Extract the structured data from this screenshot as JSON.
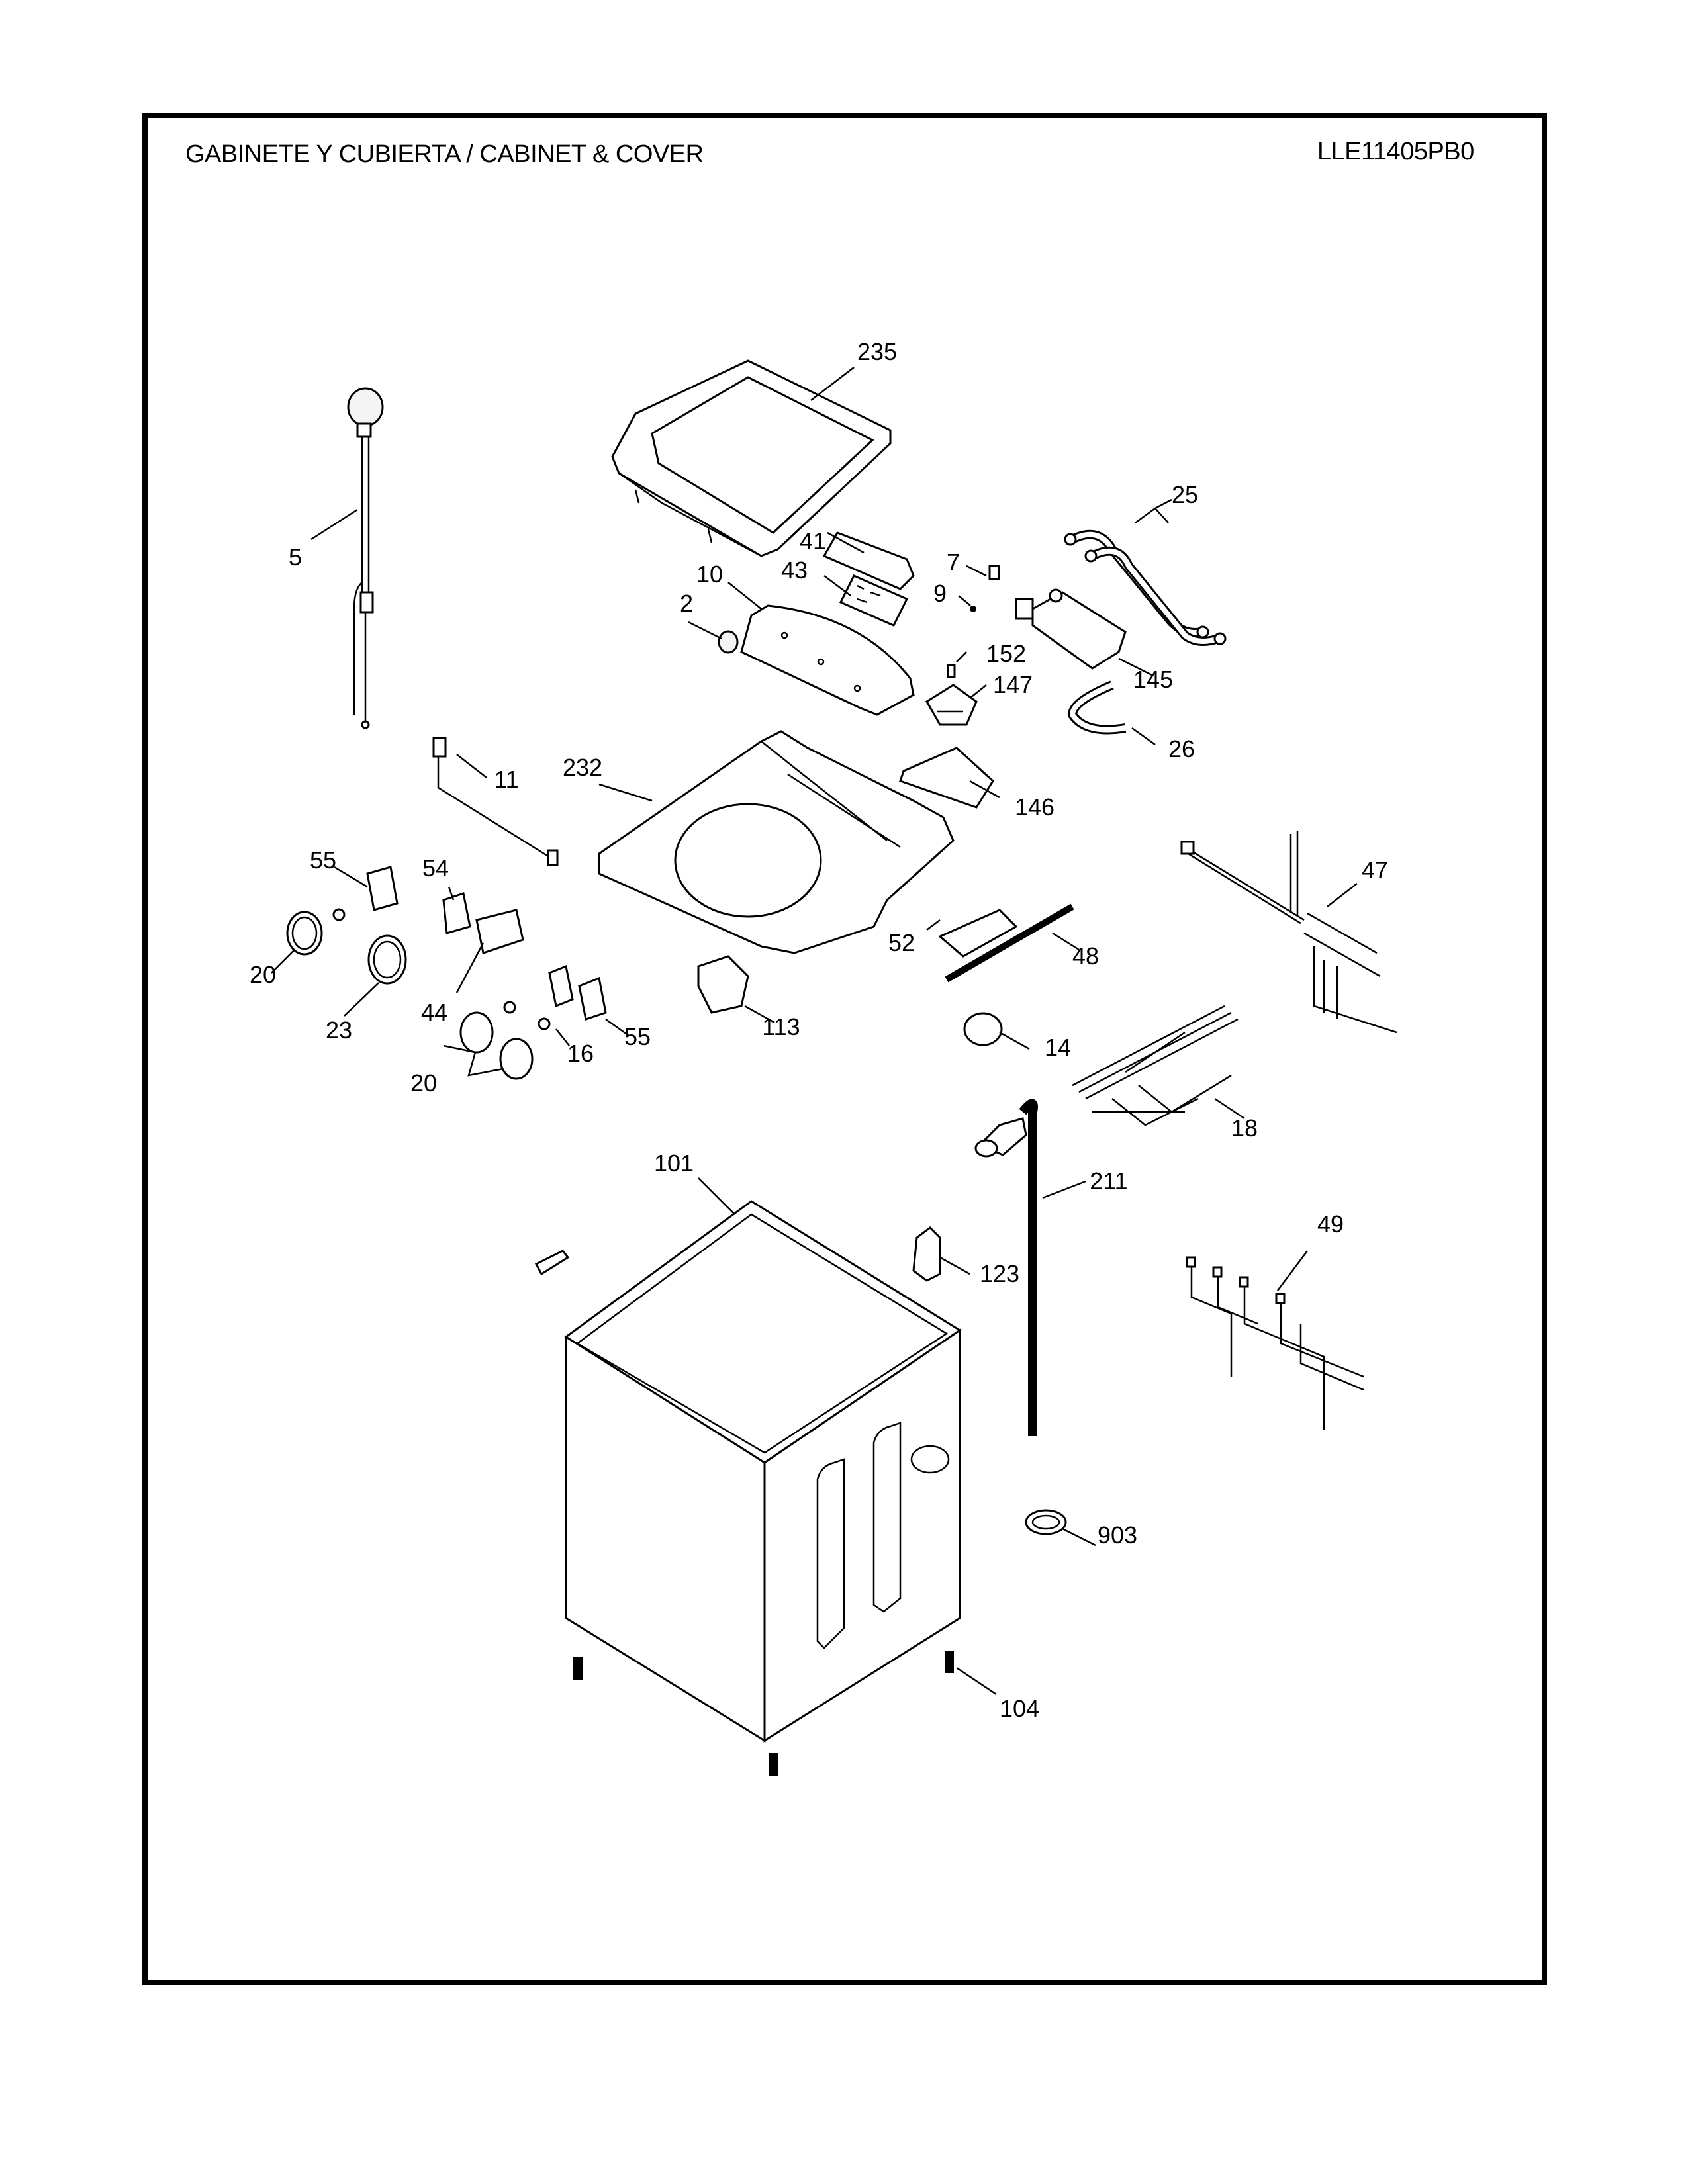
{
  "header": {
    "title": "GABINETE Y CUBIERTA / CABINET & COVER",
    "model": "LLE11405PB0"
  },
  "callouts": {
    "c235": "235",
    "c25": "25",
    "c5": "5",
    "c41": "41",
    "c7": "7",
    "c10": "10",
    "c43": "43",
    "c9": "9",
    "c2": "2",
    "c152": "152",
    "c145": "145",
    "c147": "147",
    "c26": "26",
    "c11": "11",
    "c232": "232",
    "c146": "146",
    "c55a": "55",
    "c54": "54",
    "c47": "47",
    "c20a": "20",
    "c52": "52",
    "c48": "48",
    "c23": "23",
    "c44": "44",
    "c113": "113",
    "c55b": "55",
    "c16": "16",
    "c14": "14",
    "c20b": "20",
    "c18": "18",
    "c101": "101",
    "c211": "211",
    "c49": "49",
    "c123": "123",
    "c903": "903",
    "c104": "104"
  }
}
